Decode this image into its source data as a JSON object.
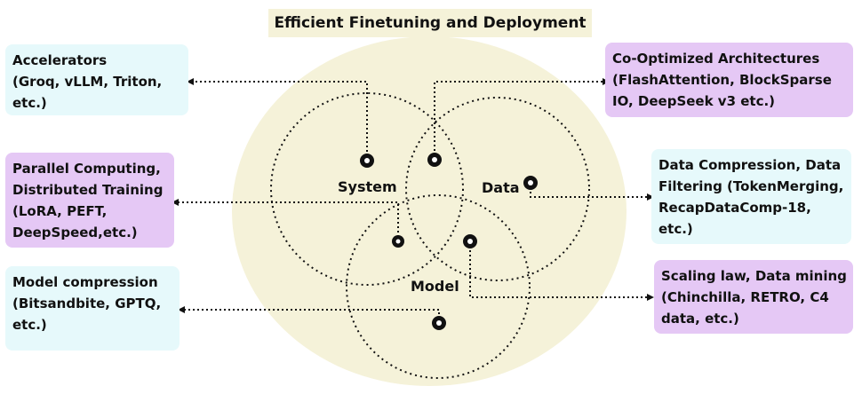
{
  "title": "Efficient Finetuning and Deployment",
  "circles": {
    "system": "System",
    "data": "Data",
    "model": "Model"
  },
  "boxes": {
    "accelerators": [
      "Accelerators",
      "(Groq, vLLM, Triton,",
      "etc.)"
    ],
    "parallel": [
      "Parallel Computing,",
      "Distributed Training",
      "(LoRA, PEFT,",
      "DeepSpeed,etc.)"
    ],
    "compression": [
      "Model compression",
      "(Bitsandbite, GPTQ,",
      "etc.)"
    ],
    "coopt": [
      "Co-Optimized Architectures",
      "(FlashAttention, BlockSparse",
      "IO, DeepSeek v3 etc.)"
    ],
    "datacomp": [
      "Data Compression, Data",
      "Filtering (TokenMerging,",
      "RecapDataComp-18,",
      "etc.)"
    ],
    "scaling": [
      "Scaling law, Data mining",
      "(Chinchilla, RETRO, C4",
      "data, etc.)"
    ]
  },
  "colors": {
    "background_blob": "#f5f2d9",
    "cyan_box": "#e6f9fb",
    "purple_box": "#e5c8f5",
    "line": "#111111"
  },
  "icons": [
    "location-pin-icon",
    "arrow-head-icon"
  ]
}
